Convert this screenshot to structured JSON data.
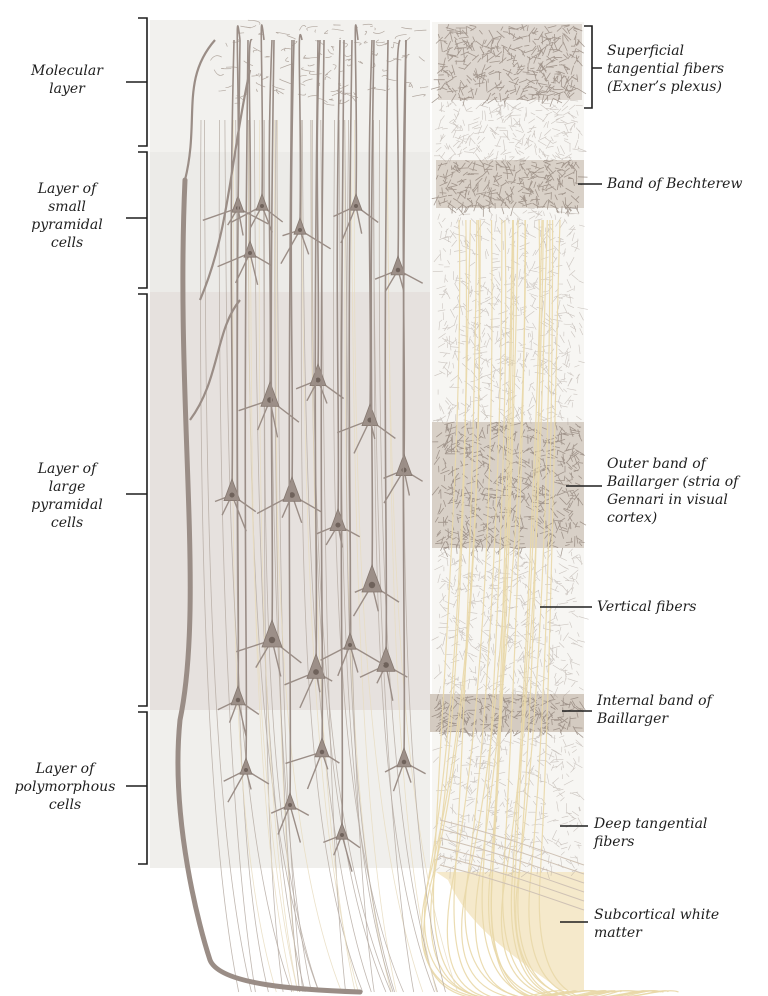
{
  "left_labels": [
    {
      "id": "molecular",
      "text": "Molecular\nlayer"
    },
    {
      "id": "small-pyramidal",
      "text": "Layer of\nsmall\npyramidal\ncells"
    },
    {
      "id": "large-pyramidal",
      "text": "Layer of\nlarge\npyramidal\ncells"
    },
    {
      "id": "polymorphous",
      "text": "Layer of\npolymorphous\ncells"
    }
  ],
  "right_labels": [
    {
      "id": "superficial-tangential",
      "text": "Superficial\ntangential fibers\n(Exner’s plexus)"
    },
    {
      "id": "bechterew",
      "text": "Band of Bechterew"
    },
    {
      "id": "outer-baillarger",
      "text": "Outer band of\nBaillarger (stria of\nGennari in visual\ncortex)"
    },
    {
      "id": "vertical-fibers",
      "text": "Vertical fibers"
    },
    {
      "id": "internal-baillarger",
      "text": "Internal band of\nBaillarger"
    },
    {
      "id": "deep-tangential",
      "text": "Deep tangential\nfibers"
    },
    {
      "id": "subcortical-white",
      "text": "Subcortical white\nmatter"
    }
  ],
  "colors": {
    "neuron": "#9a8d86",
    "fiber": "#8e837c",
    "white_matter": "#f3e6c6",
    "band": "#d6ccc3",
    "ink": "#1e1e1e"
  }
}
